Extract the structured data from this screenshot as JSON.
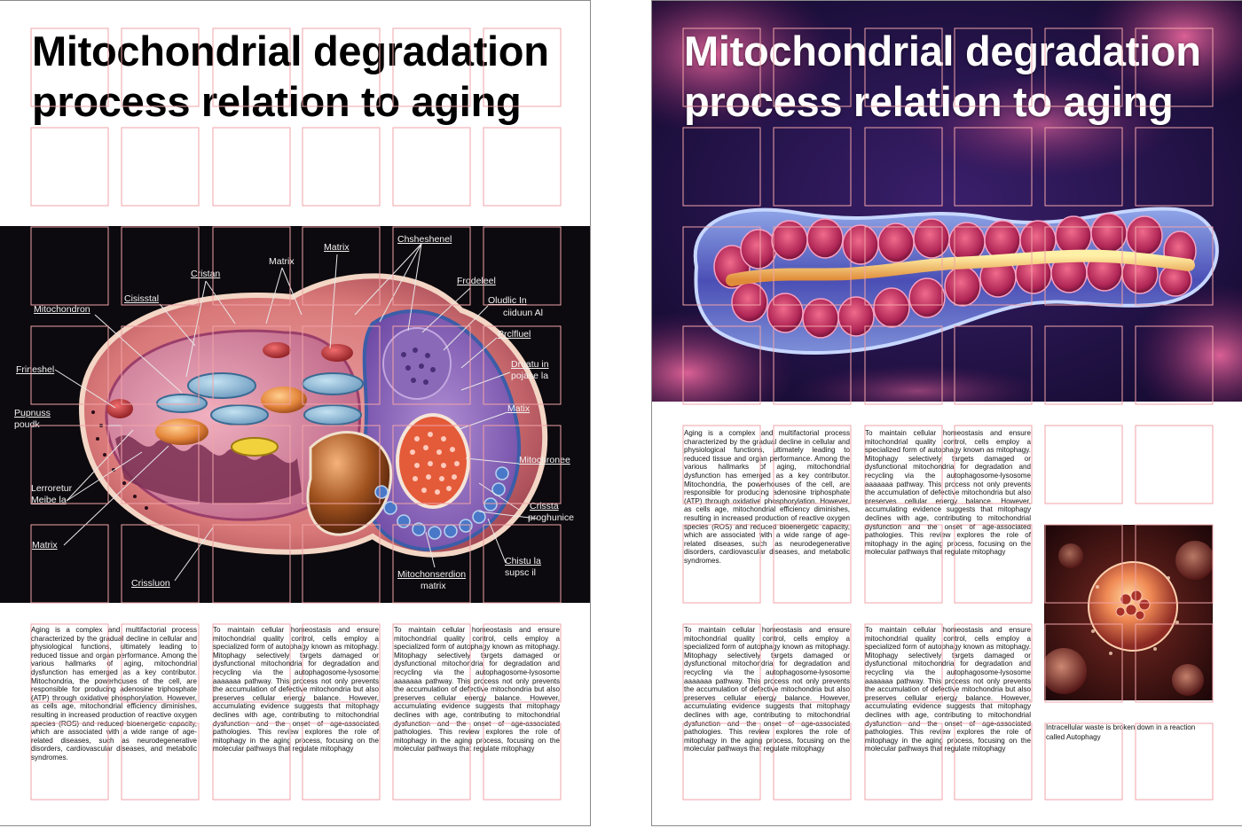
{
  "left_page": {
    "title": "Mitochondrial degradation process relation to aging",
    "diagram_labels": {
      "mitochondron": "Mitochondron",
      "cisisstal": "Cisisstal",
      "cristan": "Cristan",
      "matrix_top": "Matrix",
      "matrix_top2": "Matrix",
      "chsheshenel": "Chsheshenel",
      "frodeleel": "Frodeleel",
      "oludlic_in": "Oludlic  In",
      "ciiduunal": "ciiduun Al",
      "prclfluel": "Prclfluel",
      "druatu_in": "Druatu in",
      "pojase_la": "pojase la",
      "frineshel": "Frineshel",
      "pupnuss": "Pupnuss",
      "poudk": "poudk",
      "matix_right": "Matix",
      "mitochronee": "Mitochronee",
      "lerroretur": "Lerroretur",
      "meibe_la": "Meibe la",
      "crissta": "Crissta",
      "proghunice": "proghunice",
      "matrix_bottom": "Matrix",
      "chistu_la": "Chistu  la",
      "supsc_il": "supsc il",
      "crissluon": "Crissluon",
      "mitochonserdion": "Mitochonserdion",
      "matrix_sub": "matrix"
    },
    "columns": [
      "Aging is a complex and multifactorial process characterized by the gradual decline in cellular and physiological functions, ultimately leading to reduced tissue and organ performance. Among the various hallmarks of aging, mitochondrial dysfunction has emerged as a key contributor. Mitochondria, the powerhouses of the cell, are responsible for producing adenosine triphosphate (ATP) through oxidative phosphorylation. However, as cells age, mitochondrial efficiency diminishes, resulting in increased production of reactive oxygen species (ROS) and reduced bioenergetic capacity, which are associated with a wide range of age-related diseases, such as neurodegenerative disorders, cardiovascular diseases, and metabolic syndromes.",
      "To maintain cellular homeostasis and ensure mitochondrial quality control, cells employ a specialized form of autophagy known as mitophagy. Mitophagy selectively targets damaged or dysfunctional mitochondria for degradation and recycling via the autophagosome-lysosome aaaaaaa pathway. This process not only prevents the accumulation of defective mitochondria but also preserves cellular energy balance. However, accumulating evidence suggests that mitophagy declines with age, contributing to mitochondrial dysfunction and the onset of age-associated pathologies. This review explores the role of mitophagy in the aging process, focusing on the molecular pathways that regulate mitophagy",
      "To maintain cellular homeostasis and ensure mitochondrial quality control, cells employ a specialized form of autophagy known as mitophagy. Mitophagy selectively targets damaged or dysfunctional mitochondria for degradation and recycling via the autophagosome-lysosome aaaaaaa pathway. This process not only prevents the accumulation of defective mitochondria but also preserves cellular energy balance. However, accumulating evidence suggests that mitophagy declines with age, contributing to mitochondrial dysfunction and the onset of age-associated pathologies. This review explores the role of mitophagy in the aging process, focusing on the molecular pathways that regulate mitophagy"
    ]
  },
  "right_page": {
    "title": "Mitochondrial degradation process relation to aging",
    "columns": [
      "Aging is a complex and multifactorial process characterized by the gradual decline in cellular and physiological functions, ultimately leading to reduced tissue and organ performance. Among the various hallmarks of aging, mitochondrial dysfunction has emerged as a key contributor. Mitochondria, the powerhouses of the cell, are responsible for producing adenosine triphosphate (ATP) through oxidative phosphorylation. However, as cells age, mitochondrial efficiency diminishes, resulting in increased production of reactive oxygen species (ROS) and reduced bioenergetic capacity, which are associated with a wide range of age-related diseases, such as neurodegenerative disorders, cardiovascular diseases, and metabolic syndromes.",
      "To maintain cellular homeostasis and ensure mitochondrial quality control, cells employ a specialized form of autophagy known as mitophagy. Mitophagy selectively targets damaged or dysfunctional mitochondria for degradation and recycling via the autophagosome-lysosome aaaaaaa pathway. This process not only prevents the accumulation of defective mitochondria but also preserves cellular energy balance. However, accumulating evidence suggests that mitophagy declines with age, contributing to mitochondrial dysfunction and the onset of age-associated pathologies. This review explores the role of mitophagy in the aging process, focusing on the molecular pathways that regulate mitophagy",
      "To maintain cellular homeostasis and ensure mitochondrial quality control, cells employ a specialized form of autophagy known as mitophagy. Mitophagy selectively targets damaged or dysfunctional mitochondria for degradation and recycling via the autophagosome-lysosome aaaaaaa pathway. This process not only prevents the accumulation of defective mitochondria but also preserves cellular energy balance. However, accumulating evidence suggests that mitophagy declines with age, contributing to mitochondrial dysfunction and the onset of age-associated pathologies. This review explores the role of mitophagy in the aging process, focusing on the molecular pathways that regulate mitophagy",
      "To maintain cellular homeostasis and ensure mitochondrial quality control, cells employ a specialized form of autophagy known as mitophagy. Mitophagy selectively targets damaged or dysfunctional mitochondria for degradation and recycling via the autophagosome-lysosome aaaaaaa pathway. This process not only prevents the accumulation of defective mitochondria but also preserves cellular energy balance. However, accumulating evidence suggests that mitophagy declines with age, contributing to mitochondrial dysfunction and the onset of age-associated pathologies. This review explores the role of mitophagy in the aging process, focusing on the molecular pathways that regulate mitophagy"
    ],
    "caption": "Intracellular waste is broken down in a reaction called Autophagy"
  },
  "colors": {
    "guide": "#f1a3a8",
    "left_hero_bg": "#0c0a0e",
    "right_hero_bg": "#150a34",
    "page_border": "#8a8a8a"
  }
}
